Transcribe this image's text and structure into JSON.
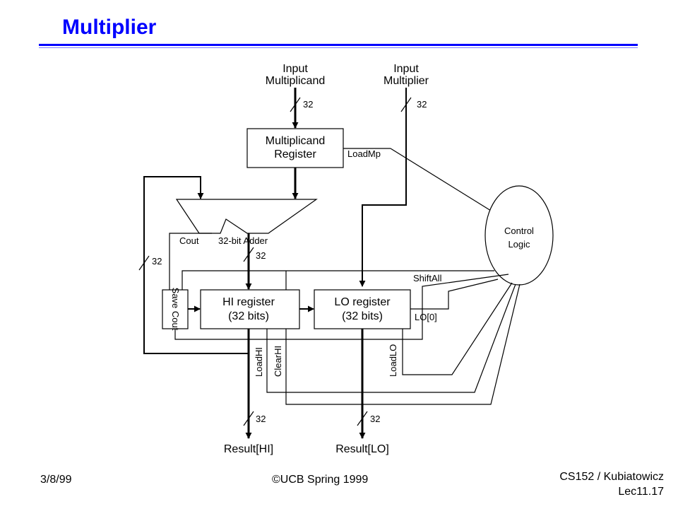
{
  "title": "Multiplier",
  "inputs": {
    "multiplicand": [
      "Input",
      "Multiplicand"
    ],
    "multiplier": [
      "Input",
      "Multiplier"
    ]
  },
  "bus_width": "32",
  "multiplicand_register": [
    "Multiplicand",
    "Register"
  ],
  "load_mp": "LoadMp",
  "control_logic": [
    "Control",
    "Logic"
  ],
  "adder": "32-bit Adder",
  "cout": "Cout",
  "shift_all": "ShiftAll",
  "save_cout": "Save Cout",
  "hi_register": [
    "HI register",
    "(32 bits)"
  ],
  "lo_register": [
    "LO register",
    "(32 bits)"
  ],
  "lo0": "LO[0]",
  "load_hi": "LoadHI",
  "clear_hi": "ClearHI",
  "load_lo": "LoadLO",
  "result_hi": "Result[HI]",
  "result_lo": "Result[LO]",
  "footer": {
    "date": "3/8/99",
    "copyright": "©UCB Spring 1999",
    "course": "CS152 / Kubiatowicz",
    "lecture": "Lec11.17"
  }
}
